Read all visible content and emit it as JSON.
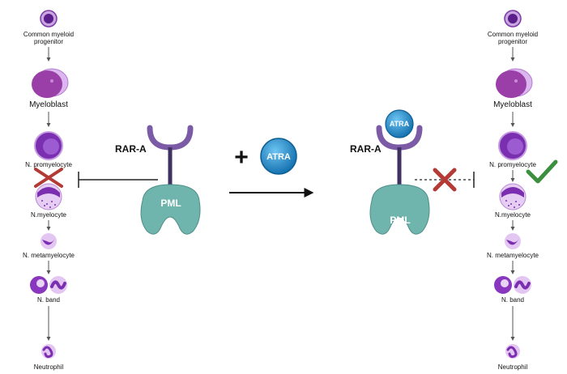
{
  "left_stages": {
    "progenitor_line1": "Common myeloid",
    "progenitor_line2": "progenitor",
    "myeloblast": "Myeloblast",
    "promyelocyte": "N. promyelocyte",
    "myelocyte": "N.myelocyte",
    "metamyelocyte": "N. metamyelocyte",
    "band": "N. band",
    "neutrophil": "Neutrophil"
  },
  "right_stages": {
    "progenitor_line1": "Common myeloid",
    "progenitor_line2": "progenitor",
    "myeloblast": "Myeloblast",
    "promyelocyte": "N. promyelocyte",
    "myelocyte": "N.myelocyte",
    "metamyelocyte": "N. metamyelocyte",
    "band": "N. band",
    "neutrophil": "Neutrophil"
  },
  "receptor_left": {
    "label": "RAR-A",
    "partner": "PML"
  },
  "receptor_right": {
    "label": "RAR-A",
    "partner": "PML",
    "bound_drug": "ATRA"
  },
  "treatment": {
    "plus_sign": "+",
    "drug": "ATRA"
  },
  "colors": {
    "cell_purple": "#8e3fb8",
    "cell_light": "#d9b7ec",
    "receptor": "#7b5aa6",
    "pml": "#6fb5ad",
    "atra": "#1f8fd1",
    "block_x": "#b33a35",
    "check": "#3c8f3f"
  },
  "icons": [
    "cross-icon",
    "cross-icon",
    "check-icon"
  ]
}
